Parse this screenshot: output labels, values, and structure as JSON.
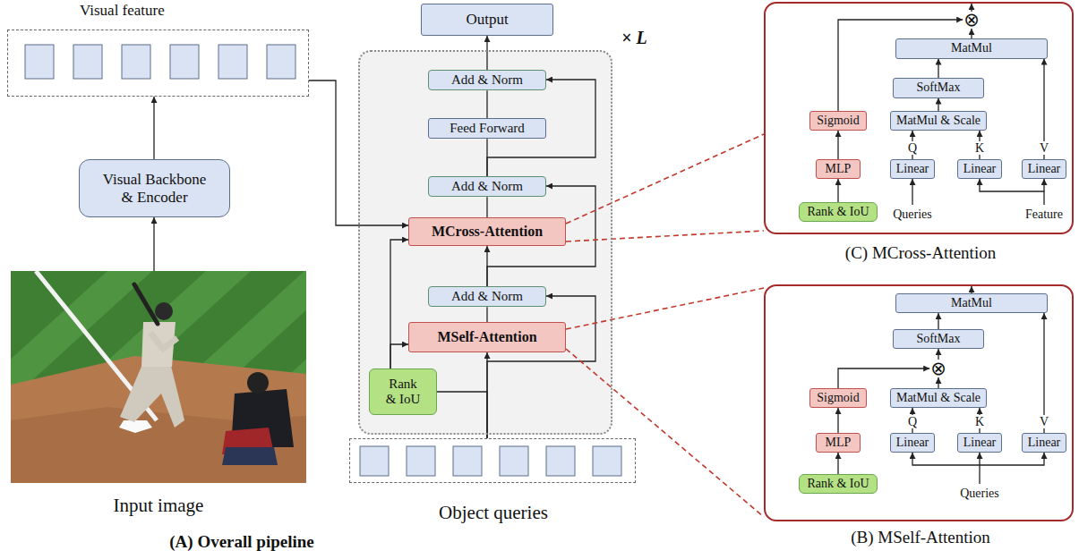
{
  "diagram": {
    "nodes": [
      {
        "text": [
          "Visual feature"
        ]
      },
      {
        "text": [
          "Visual Backbone & Encoder"
        ]
      },
      {
        "text": [
          "Input image"
        ]
      },
      {
        "text": [
          "Output"
        ]
      },
      {
        "text": [
          "× L"
        ]
      },
      {
        "text": [
          "Add & Norm"
        ],
        "in": 4
      },
      {
        "text": [
          "Feed Forward"
        ],
        "in": 4
      },
      {
        "text": [
          "Add & Norm"
        ],
        "in": 4
      },
      {
        "text": [
          "MCross-Attention"
        ],
        "in": 4
      },
      {
        "text": [
          "Add & Norm"
        ],
        "in": 4
      },
      {
        "text": [
          "MSelf-Attention"
        ],
        "in": 4
      },
      {
        "text": [
          "Rank & IoU"
        ],
        "in": 4
      },
      {
        "text": [
          "Object queries"
        ]
      },
      {
        "text": [
          "(C) MCross-Attention"
        ]
      },
      {
        "text": [
          "⊗"
        ],
        "in": 13
      },
      {
        "text": [
          "MatMul"
        ],
        "in": 13
      },
      {
        "text": [
          "SoftMax"
        ],
        "in": 13
      },
      {
        "text": [
          "MatMul & Scale"
        ],
        "in": 13
      },
      {
        "text": [
          "Sigmoid"
        ],
        "in": 13
      },
      {
        "text": [
          "MLP"
        ],
        "in": 13
      },
      {
        "text": [
          "Linear"
        ],
        "in": 13
      },
      {
        "text": [
          "Linear"
        ],
        "in": 13
      },
      {
        "text": [
          "Linear"
        ],
        "in": 13
      },
      {
        "text": [
          "Rank & IoU"
        ],
        "in": 13
      },
      {
        "text": [
          "(B) MSelf-Attention"
        ]
      },
      {
        "text": [
          "MatMul"
        ],
        "in": 24
      },
      {
        "text": [
          "SoftMax"
        ],
        "in": 24
      },
      {
        "text": [
          "⊗"
        ],
        "in": 24
      },
      {
        "text": [
          "Sigmoid"
        ],
        "in": 24
      },
      {
        "text": [
          "MatMul & Scale"
        ],
        "in": 24
      },
      {
        "text": [
          "MLP"
        ],
        "in": 24
      },
      {
        "text": [
          "Linear"
        ],
        "in": 24
      },
      {
        "text": [
          "Linear"
        ],
        "in": 24
      },
      {
        "text": [
          "Linear"
        ],
        "in": 24
      },
      {
        "text": [
          "Rank & IoU"
        ],
        "in": 24
      }
    ],
    "edges": [
      {
        "from": 2,
        "to": 1,
        "arrow": "to"
      },
      {
        "from": 1,
        "to": 0,
        "arrow": "to"
      },
      {
        "from": 0,
        "to": 8,
        "arrow": "to"
      },
      {
        "from": 12,
        "to": 10,
        "arrow": "to"
      },
      {
        "from": 12,
        "to": 9,
        "arrow": "to"
      },
      {
        "from": 12,
        "to": 11,
        "arrow": "none"
      },
      {
        "from": 11,
        "to": 10,
        "arrow": "to"
      },
      {
        "from": 11,
        "to": 8,
        "arrow": "to"
      },
      {
        "from": 10,
        "to": 9,
        "arrow": "none"
      },
      {
        "from": 9,
        "to": 8,
        "arrow": "to"
      },
      {
        "from": 9,
        "to": 7,
        "arrow": "to"
      },
      {
        "from": 8,
        "to": 7,
        "arrow": "none"
      },
      {
        "from": 7,
        "to": 6,
        "arrow": "none"
      },
      {
        "from": 7,
        "to": 5,
        "arrow": "to"
      },
      {
        "from": 6,
        "to": 5,
        "arrow": "none"
      },
      {
        "from": 5,
        "to": 3,
        "arrow": "to"
      },
      {
        "from": 8,
        "to": 13,
        "arrow": "none"
      },
      {
        "from": 8,
        "to": 13,
        "arrow": "none"
      },
      {
        "from": 10,
        "to": 24,
        "arrow": "none"
      },
      {
        "from": 10,
        "to": 24,
        "arrow": "none"
      },
      {
        "from": 23,
        "to": 19,
        "arrow": "to"
      },
      {
        "from": 19,
        "to": 18,
        "arrow": "to"
      },
      {
        "from": 18,
        "to": 14,
        "arrow": "to"
      },
      {
        "from": 20,
        "to": 17,
        "arrow": "to",
        "label": "Q"
      },
      {
        "from": 21,
        "to": 17,
        "arrow": "to",
        "label": "K"
      },
      {
        "from": 22,
        "to": 15,
        "arrow": "to",
        "label": "V"
      },
      {
        "from": 17,
        "to": 16,
        "arrow": "to"
      },
      {
        "from": 16,
        "to": 15,
        "arrow": "to"
      },
      {
        "from": 15,
        "to": 14,
        "arrow": "to"
      },
      {
        "from": 34,
        "to": 30,
        "arrow": "to"
      },
      {
        "from": 30,
        "to": 28,
        "arrow": "to"
      },
      {
        "from": 28,
        "to": 27,
        "arrow": "to"
      },
      {
        "from": 29,
        "to": 27,
        "arrow": "to"
      },
      {
        "from": 27,
        "to": 26,
        "arrow": "to"
      },
      {
        "from": 26,
        "to": 25,
        "arrow": "to"
      },
      {
        "from": 31,
        "to": 29,
        "arrow": "to",
        "label": "Q"
      },
      {
        "from": 32,
        "to": 29,
        "arrow": "to",
        "label": "K"
      },
      {
        "from": 33,
        "to": 25,
        "arrow": "to",
        "label": "V"
      }
    ],
    "labels": [
      "(A) Overall pipeline",
      "Queries",
      "Feature",
      "Queries"
    ]
  }
}
